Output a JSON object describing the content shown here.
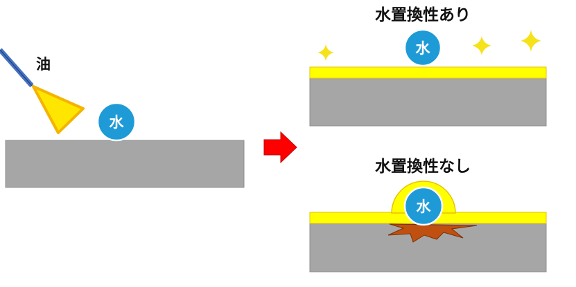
{
  "left_panel": {
    "oil_label": "油",
    "water_label": "水",
    "colors": {
      "substrate": "#a6a6a6",
      "water": "#1e9bd7",
      "nozzle": "#2f55a4",
      "spray": "#ffe600"
    }
  },
  "arrow": {
    "color": "#ff0000"
  },
  "top_right": {
    "title": "水置換性あり",
    "water_label": "水",
    "colors": {
      "oil_film": "#ffff00",
      "sparkle": "#f5e21a"
    }
  },
  "bottom_right": {
    "title": "水置換性なし",
    "water_label": "水",
    "colors": {
      "oil_film": "#ffff00",
      "corrosion": "#c0500f"
    }
  }
}
